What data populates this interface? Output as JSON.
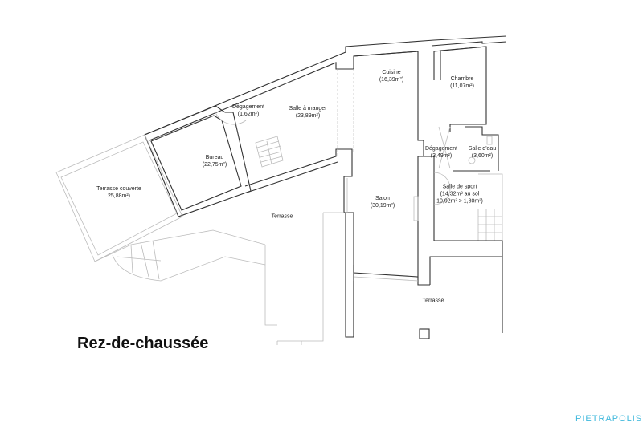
{
  "title": "Rez-de-chaussée",
  "brand": "PIETRAPOLIS",
  "colors": {
    "walls": "#333333",
    "thin_lines": "#bbbbbb",
    "brand": "#3fb8dc",
    "background": "#ffffff"
  },
  "rooms": [
    {
      "name": "Dégagement",
      "area": "(1,62m²)"
    },
    {
      "name": "Salle à manger",
      "area": "(23,89m²)"
    },
    {
      "name": "Cuisine",
      "area": "(16,39m²)"
    },
    {
      "name": "Chambre",
      "area": "(11,07m²)"
    },
    {
      "name": "Bureau",
      "area": "(22,75m²)"
    },
    {
      "name": "Terrasse couverte",
      "area": "25,88m²)"
    },
    {
      "name": "Dégagement",
      "area": "(3,49m²)"
    },
    {
      "name": "Salle d'eau",
      "area": "(3,60m²)"
    },
    {
      "name": "Salon",
      "area": "(30,19m²)"
    },
    {
      "name": "Salle de sport",
      "area": "(14,32m² au sol",
      "area2": "10,92m² > 1,80m²)"
    },
    {
      "name": "Terrasse",
      "area": ""
    },
    {
      "name": "Terrasse",
      "area": ""
    }
  ]
}
